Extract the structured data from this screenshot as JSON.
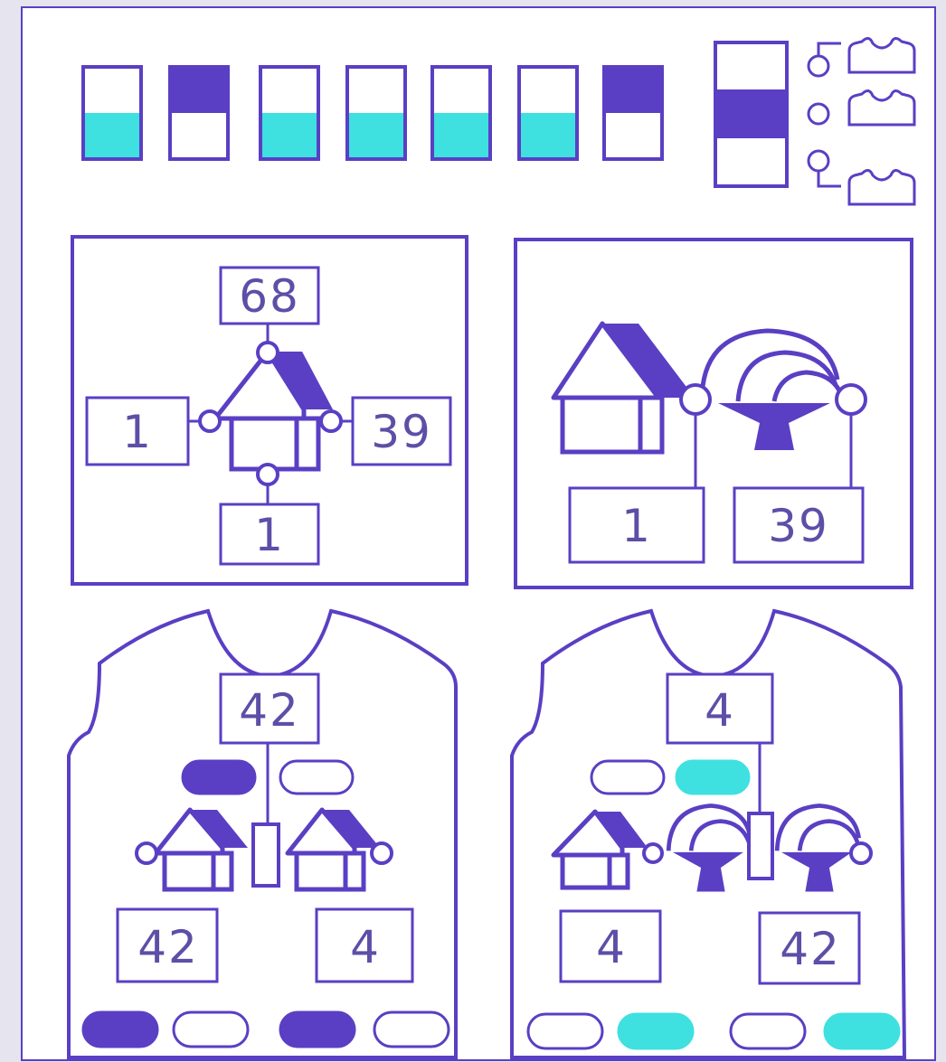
{
  "colors": {
    "purple": "#5a3fc4",
    "cyan": "#3fe0e0",
    "line": "#5a3fc4",
    "paper": "#ffffff",
    "background": "#e6e4ef"
  },
  "legend": {
    "tiles": [
      {
        "fill": "cyan",
        "position": "bottom"
      },
      {
        "fill": "purple",
        "position": "top"
      },
      {
        "fill": "cyan",
        "position": "bottom"
      },
      {
        "fill": "cyan",
        "position": "bottom"
      },
      {
        "fill": "cyan",
        "position": "bottom"
      },
      {
        "fill": "cyan",
        "position": "bottom"
      },
      {
        "fill": "purple",
        "position": "top"
      }
    ],
    "key_tile_fill": "purple",
    "key_tile_position": "middle",
    "sweater_icons": [
      "sweater-icon",
      "sweater-icon",
      "sweater-icon"
    ]
  },
  "panels": {
    "house_cross": {
      "top": "68",
      "left": "1",
      "right": "39",
      "bottom": "1"
    },
    "house_tree": {
      "left": "1",
      "right": "39"
    },
    "sweater_houses": {
      "top": "42",
      "left": "42",
      "right": "4",
      "top_pills": [
        "purple",
        "white"
      ],
      "bottom_left_pills": [
        "purple",
        "white"
      ],
      "bottom_right_pills": [
        "purple",
        "white"
      ]
    },
    "sweater_trees": {
      "top": "4",
      "left": "4",
      "right": "42",
      "top_pills": [
        "white",
        "cyan"
      ],
      "bottom_left_pills": [
        "white",
        "cyan"
      ],
      "bottom_right_pills": [
        "white",
        "cyan"
      ]
    }
  }
}
